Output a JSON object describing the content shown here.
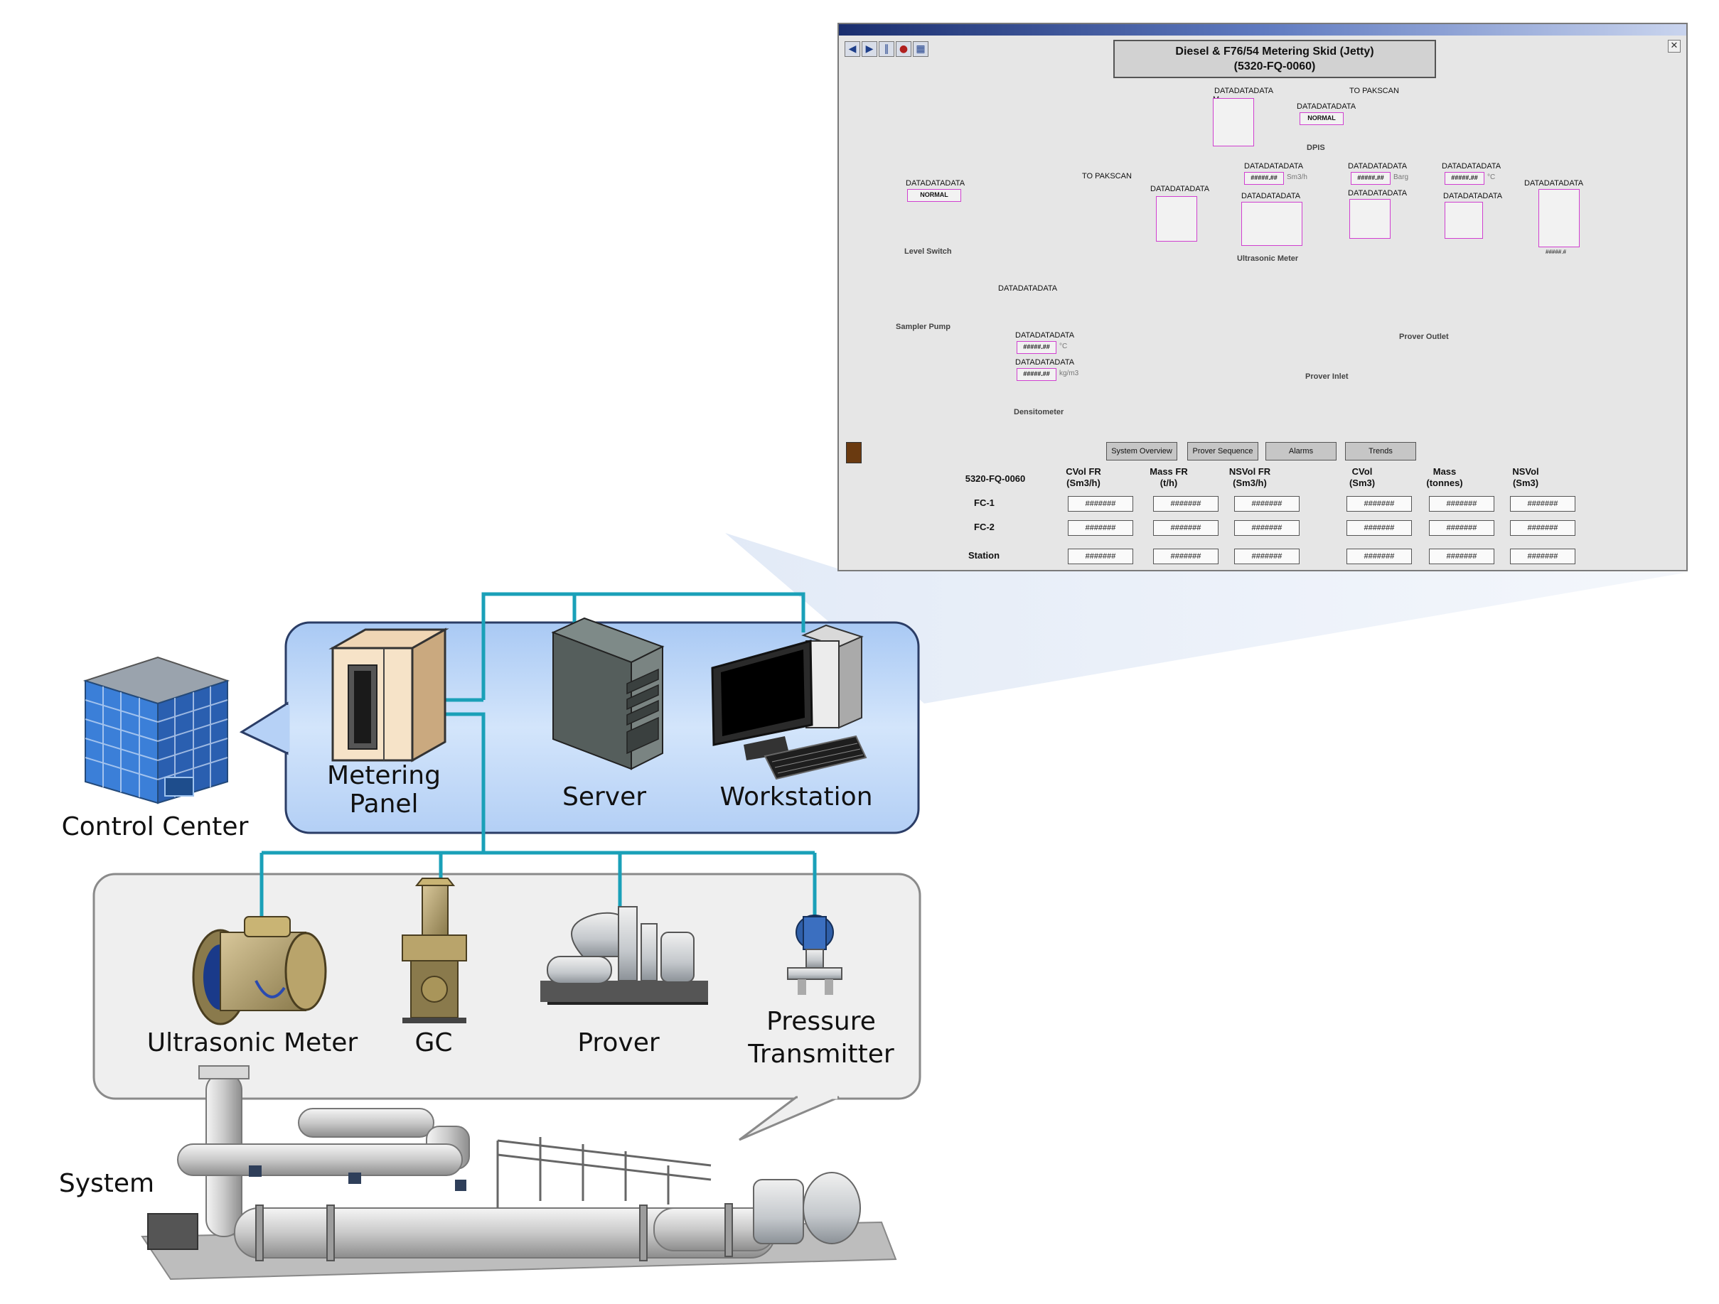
{
  "hmi": {
    "title_line1": "Diesel & F76/54 Metering Skid  (Jetty)",
    "title_line2": "(5320-FQ-0060)",
    "toolbar_icons": [
      "back-arrow-icon",
      "forward-arrow-icon",
      "chart-icon",
      "alarm-icon",
      "print-icon"
    ],
    "close_glyph": "✕",
    "tags": {
      "datadata": "DATADATADATA",
      "to_pakscan_1": "TO PAKSCAN",
      "to_pakscan_2": "TO PAKSCAN",
      "normal": "NORMAL",
      "dpis": "DPIS",
      "level_switch": "Level Switch",
      "ultrasonic_meter": "Ultrasonic Meter",
      "sampler_pump": "Sampler Pump",
      "densitometer": "Densitometer",
      "prover_outlet": "Prover Outlet",
      "prover_inlet": "Prover Inlet",
      "m": "M",
      "value_mask": "#####.##",
      "value_mask_short": "#####.#"
    },
    "units": {
      "flow": "Sm3/h",
      "pressure": "Barg",
      "temp": "°C",
      "density": "kg/m3"
    },
    "nav_buttons": [
      "System Overview",
      "Prover Sequence",
      "Alarms",
      "Trends"
    ],
    "table": {
      "id_header": "5320-FQ-0060",
      "columns": [
        {
          "l1": "CVol FR",
          "l2": "(Sm3/h)"
        },
        {
          "l1": "Mass FR",
          "l2": "(t/h)"
        },
        {
          "l1": "NSVol FR",
          "l2": "(Sm3/h)"
        },
        {
          "l1": "CVol",
          "l2": "(Sm3)"
        },
        {
          "l1": "Mass",
          "l2": "(tonnes)"
        },
        {
          "l1": "NSVol",
          "l2": "(Sm3)"
        }
      ],
      "rows": [
        {
          "label": "FC-1",
          "values": [
            "#######",
            "#######",
            "#######",
            "#######",
            "#######",
            "#######"
          ]
        },
        {
          "label": "FC-2",
          "values": [
            "#######",
            "#######",
            "#######",
            "#######",
            "#######",
            "#######"
          ]
        },
        {
          "label": "Station",
          "values": [
            "#######",
            "#######",
            "#######",
            "#######",
            "#######",
            "#######"
          ]
        }
      ]
    }
  },
  "control_center": {
    "label": "Control Center",
    "panel_color": "#bcd6f7",
    "items": [
      {
        "label_l1": "Metering",
        "label_l2": "Panel"
      },
      {
        "label_l1": "Server"
      },
      {
        "label_l1": "Workstation"
      }
    ]
  },
  "field": {
    "panel_color": "#eeeeee",
    "items": [
      {
        "label_l1": "Ultrasonic Meter"
      },
      {
        "label_l1": "GC"
      },
      {
        "label_l1": "Prover"
      },
      {
        "label_l1": "Pressure",
        "label_l2": "Transmitter"
      }
    ]
  },
  "system": {
    "label": "System"
  },
  "network_color": "#1aa0b8"
}
